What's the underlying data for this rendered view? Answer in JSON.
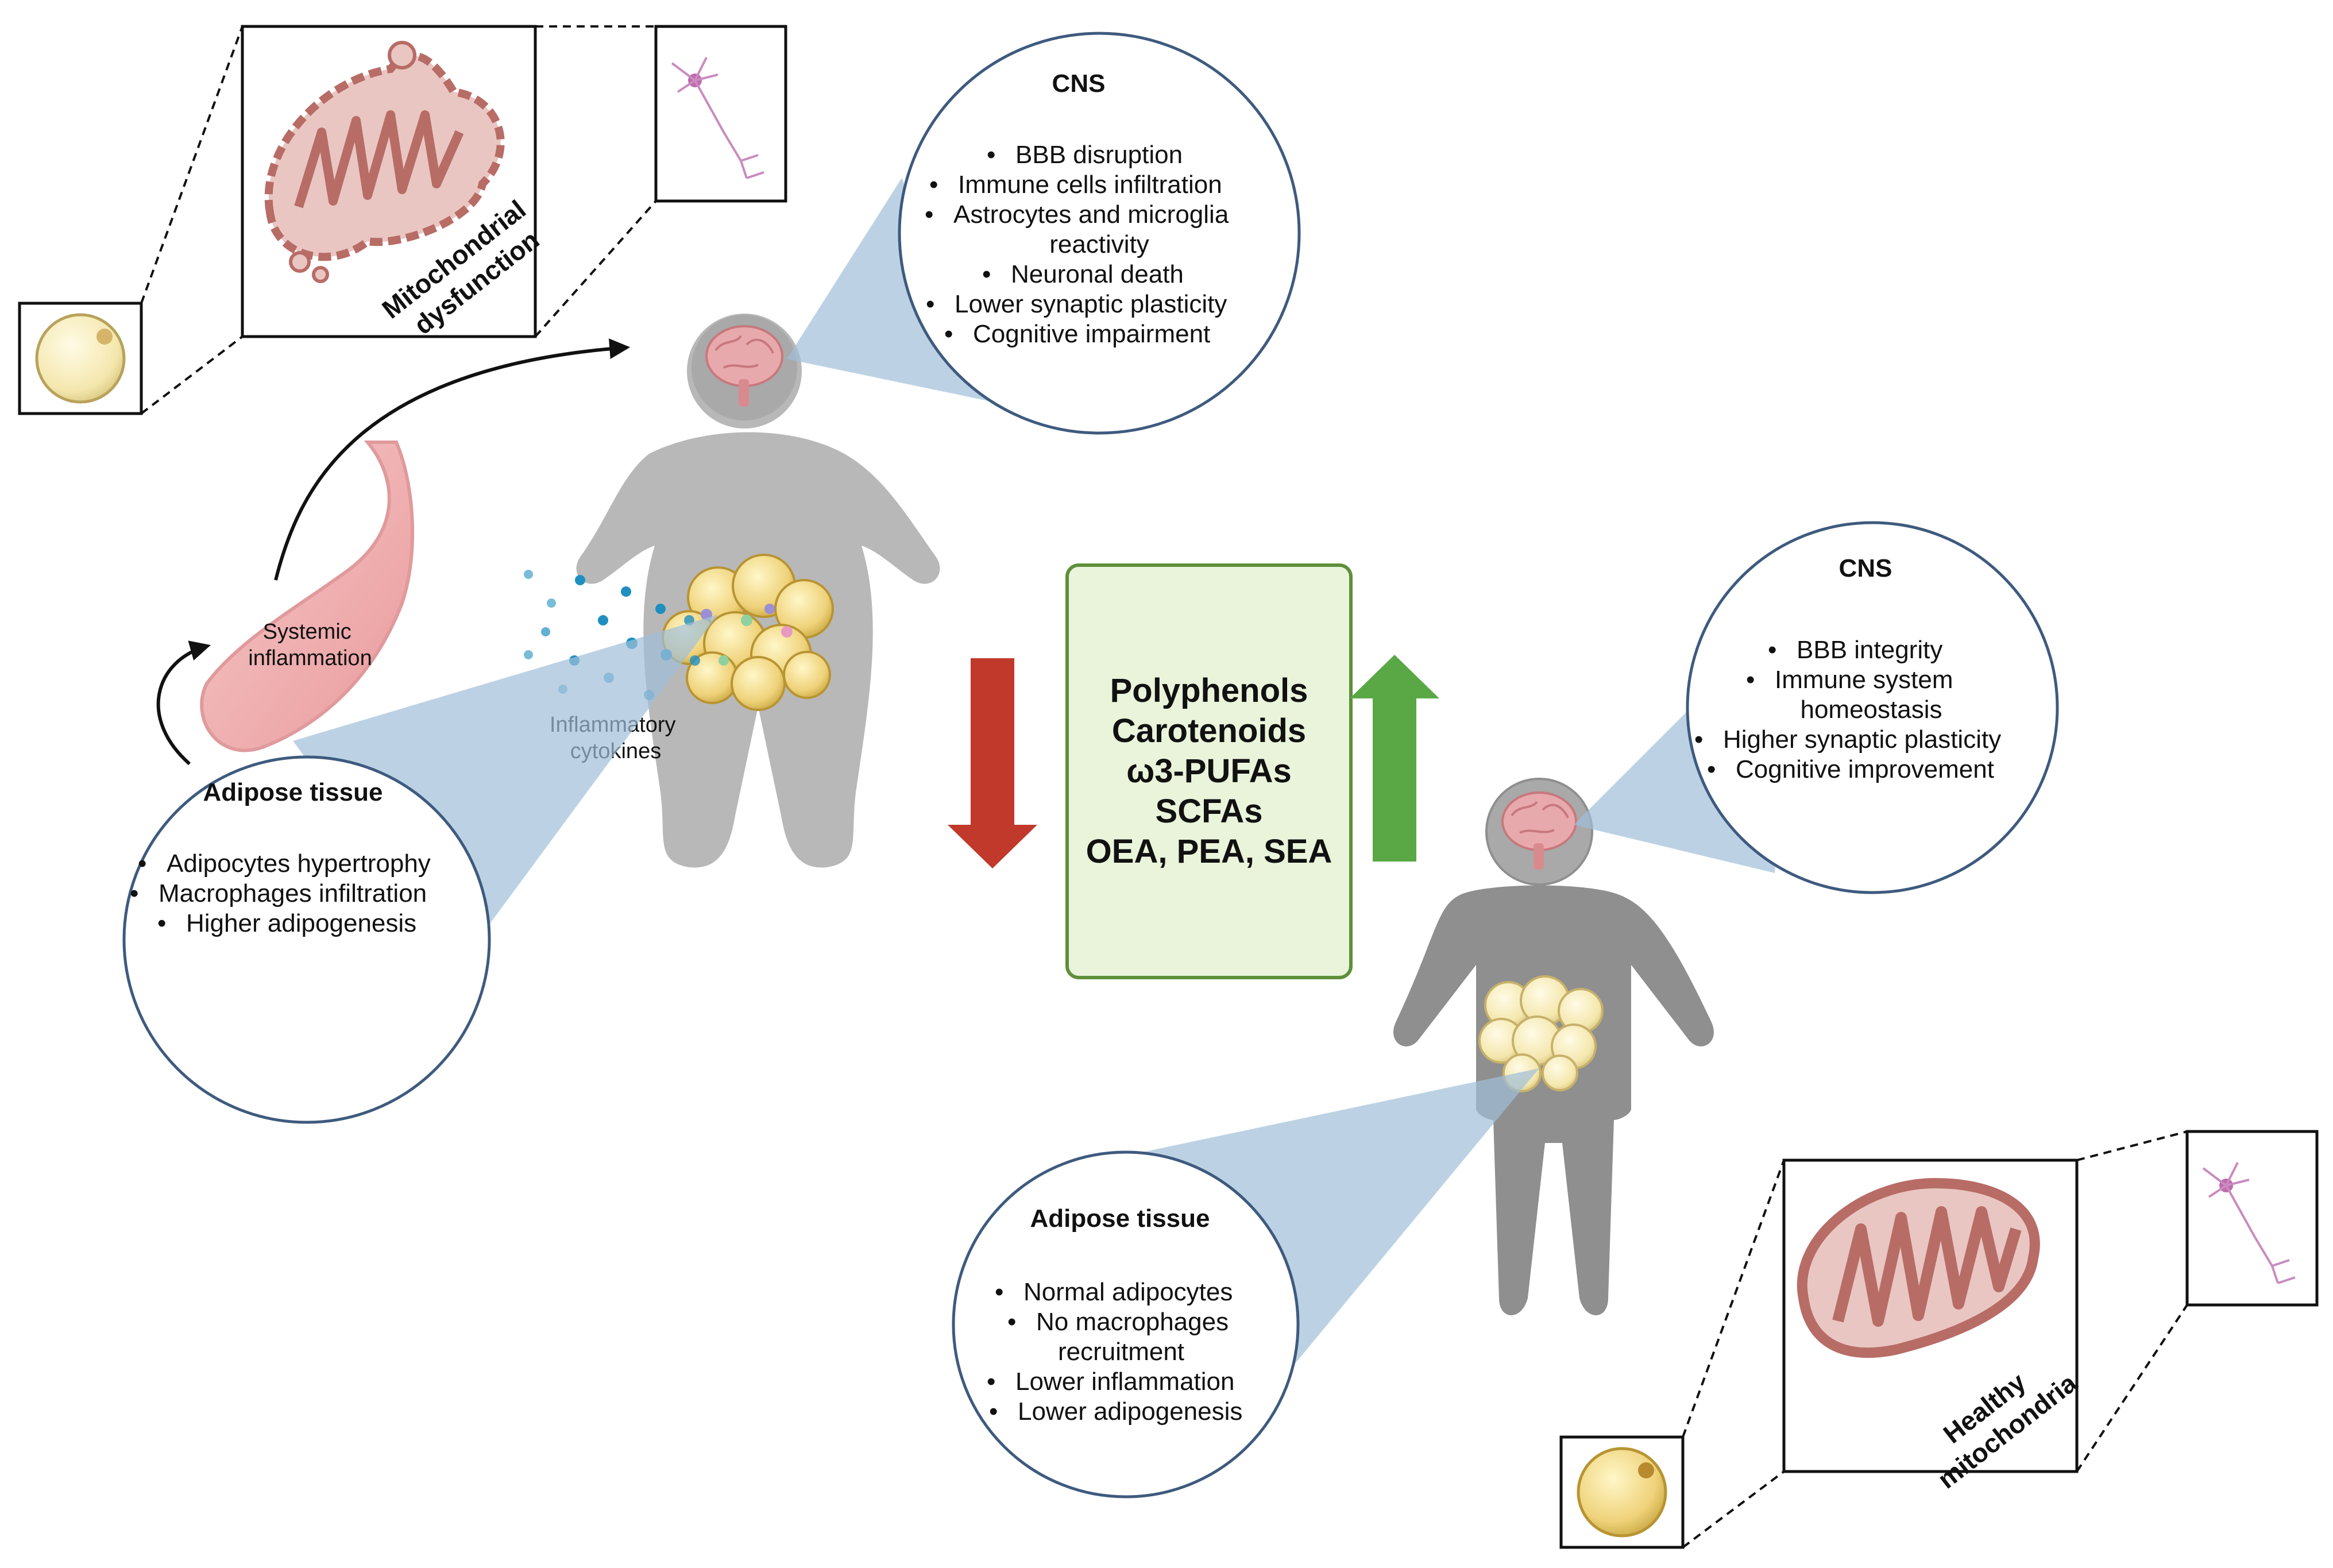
{
  "colors": {
    "body_grey": "#b9b8b8",
    "body_grey_dark": "#8f8f8f",
    "circle_border": "#3e5a7e",
    "callout_fill": "#9fbfd9",
    "decrease_arrow": "#c0392b",
    "increase_arrow": "#5aa845",
    "compound_box_fill": "#e9f4db",
    "compound_box_border": "#5e8f3a",
    "mitochondria_fill": "#c77f7a",
    "adipocyte_fill": "#f6e7a1",
    "cytokine_dots": "#1f8fc0"
  },
  "icons": [
    "brain-icon",
    "neuron-icon",
    "adipocyte-icon",
    "mitochondria-icon",
    "intestine-icon",
    "fat-cells-icon"
  ],
  "obese": {
    "cns": {
      "title": "CNS",
      "items": [
        "BBB disruption",
        "Immune cells infiltration",
        "Astrocytes and microglia",
        "reactivity",
        "Neuronal death",
        "Lower synaptic plasticity",
        "Cognitive impairment"
      ]
    },
    "adipose": {
      "title": "Adipose tissue",
      "items": [
        "Adipocytes hypertrophy",
        "Macrophages infiltration",
        "Higher adipogenesis"
      ]
    },
    "mitochondria_label": [
      "Mitochondrial",
      "dysfunction"
    ],
    "systemic_label": [
      "Systemic",
      "inflammation"
    ],
    "cytokines_label": [
      "Inflammatory",
      "cytokines"
    ]
  },
  "compounds": [
    "Polyphenols",
    "Carotenoids",
    "ω3-PUFAs",
    "SCFAs",
    "OEA, PEA, SEA"
  ],
  "healthy": {
    "cns": {
      "title": "CNS",
      "items": [
        "BBB integrity",
        "Immune system",
        "homeostasis",
        "Higher synaptic plasticity",
        "Cognitive improvement"
      ]
    },
    "adipose": {
      "title": "Adipose tissue",
      "items": [
        "Normal adipocytes",
        "No macrophages",
        "recruitment",
        "Lower inflammation",
        "Lower adipogenesis"
      ]
    },
    "mitochondria_label": [
      "Healthy",
      "mitochondria"
    ]
  }
}
